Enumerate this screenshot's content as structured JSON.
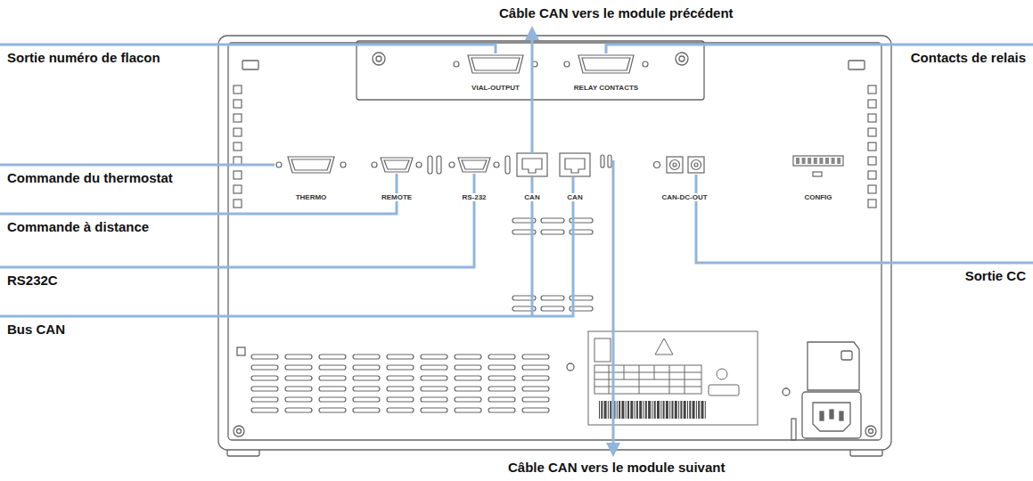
{
  "diagram": {
    "labels": [
      "Câble CAN vers le module précédent",
      "Sortie numéro de flacon",
      "Contacts de relais",
      "VIAL-OUTPUT",
      "RELAY CONTACTS",
      "Commande du thermostat",
      "THERMO",
      "REMOTE",
      "RS-232",
      "CAN",
      "CAN",
      "CAN-DC-OUT",
      "CONFIG",
      "Commande à distance",
      "RS232C",
      "Sortie CC",
      "Bus CAN",
      "Câble CAN vers le module suivant"
    ]
  }
}
